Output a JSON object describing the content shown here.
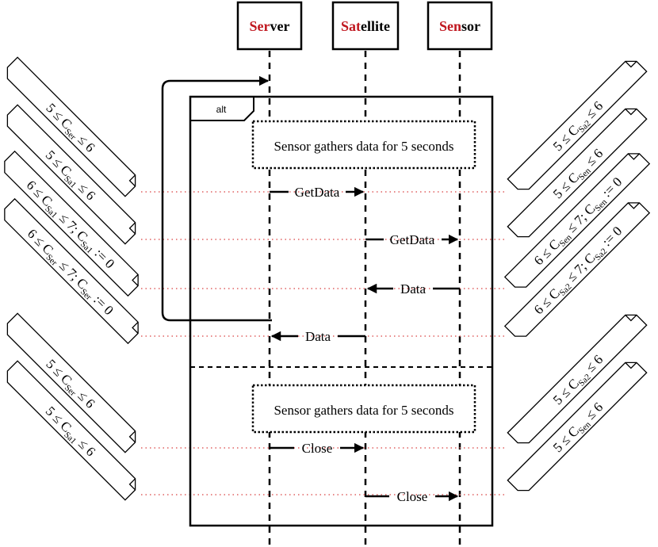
{
  "participants": [
    {
      "highlight": "Ser",
      "rest": "ver"
    },
    {
      "highlight": "Sat",
      "rest": "ellite"
    },
    {
      "highlight": "Sen",
      "rest": "sor"
    }
  ],
  "colors": {
    "highlight": "#c0171f",
    "guide": "#e06060",
    "line": "#000000"
  },
  "fragment": {
    "operator": "alt"
  },
  "notes": {
    "gather_1": "Sensor gathers data for 5 seconds",
    "gather_2": "Sensor gathers data for 5 seconds"
  },
  "messages": [
    {
      "label": "GetData",
      "from": "Server",
      "to": "Satellite"
    },
    {
      "label": "GetData",
      "from": "Satellite",
      "to": "Sensor"
    },
    {
      "label": "Data",
      "from": "Sensor",
      "to": "Satellite"
    },
    {
      "label": "Data",
      "from": "Satellite",
      "to": "Server"
    },
    {
      "label": "Close",
      "from": "Server",
      "to": "Satellite"
    },
    {
      "label": "Close",
      "from": "Satellite",
      "to": "Sensor"
    }
  ],
  "symbols": {
    "le": "≤",
    "clock": "C",
    "assign": ":= 0"
  },
  "clocks": {
    "ser": "Ser",
    "sa1": "Sa1",
    "sa2": "Sa2",
    "sen": "Sen"
  },
  "bounds": {
    "n5": "5",
    "n6": "6",
    "n7": "7"
  },
  "side_notes": {
    "left": [
      "5 ≤ C_Ser ≤ 6",
      "5 ≤ C_Sa1 ≤ 6",
      "6 ≤ C_Sa1 ≤ 7; C_Sa1 := 0",
      "6 ≤ C_Ser ≤ 7; C_Ser := 0",
      "5 ≤ C_Ser ≤ 6",
      "5 ≤ C_Sa1 ≤ 6"
    ],
    "right": [
      "5 ≤ C_Sa2 ≤ 6",
      "5 ≤ C_Sen ≤ 6",
      "6 ≤ C_Sen ≤ 7; C_Sen := 0",
      "6 ≤ C_Sa2 ≤ 7; C_Sa2 := 0",
      "5 ≤ C_Sa2 ≤ 6",
      "5 ≤ C_Sen ≤ 6"
    ]
  }
}
